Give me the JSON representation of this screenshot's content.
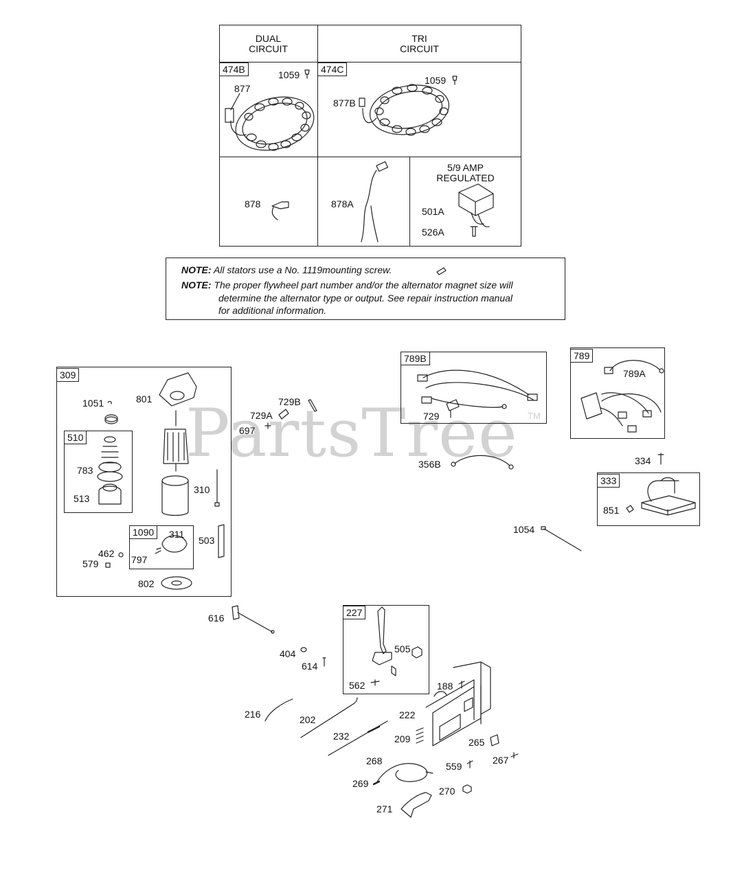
{
  "watermark": {
    "brand": "PartsTree",
    "tm": "TM"
  },
  "alternator_table": {
    "dual_header_line1": "DUAL",
    "dual_header_line2": "CIRCUIT",
    "tri_header_line1": "TRI",
    "tri_header_line2": "CIRCUIT",
    "cell_474b": {
      "tag": "474B",
      "screw": "1059",
      "connector": "877"
    },
    "cell_474c": {
      "tag": "474C",
      "screw": "1059",
      "connector": "877B"
    },
    "cell_878": {
      "part": "878"
    },
    "cell_878a": {
      "part": "878A"
    },
    "cell_regulator": {
      "title_line1": "5/9 AMP",
      "title_line2": "REGULATED",
      "regulator": "501A",
      "screw": "526A"
    }
  },
  "notes": [
    {
      "label": "NOTE:",
      "lines": [
        "All stators use a No. 1119mounting screw."
      ]
    },
    {
      "label": "NOTE:",
      "lines": [
        "The proper flywheel part number and/or the alternator magnet size will",
        "determine the alternator type or output. See repair instruction manual",
        "for additional information."
      ]
    }
  ],
  "starter_group": {
    "tag": "309",
    "parts": [
      "1051",
      "801",
      "310",
      "503",
      "462",
      "579",
      "802"
    ],
    "subgroup_510": {
      "tag": "510",
      "parts": [
        "783",
        "513"
      ]
    },
    "subgroup_1090": {
      "tag": "1090",
      "parts": [
        "311",
        "797"
      ]
    }
  },
  "loose_parts_top": [
    "729B",
    "729A",
    "697",
    "356B",
    "334",
    "1054"
  ],
  "harness_789b": {
    "tag": "789B",
    "parts": [
      "729"
    ]
  },
  "harness_789": {
    "tag": "789",
    "parts": [
      "789A"
    ]
  },
  "coil_333": {
    "tag": "333",
    "parts": [
      "851"
    ]
  },
  "governor_parts": [
    "616",
    "404",
    "614",
    "216",
    "202",
    "232",
    "222",
    "209",
    "188",
    "265",
    "267",
    "268",
    "269",
    "559",
    "270",
    "271"
  ],
  "lever_227": {
    "tag": "227",
    "parts": [
      "505",
      "562"
    ]
  }
}
